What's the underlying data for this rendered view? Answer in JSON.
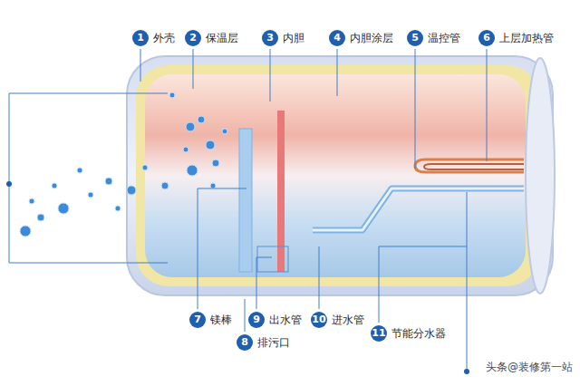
{
  "diagram": {
    "nodes": [
      {
        "text": [
          "1",
          "外壳"
        ]
      },
      {
        "text": [
          "2",
          "保温层"
        ]
      },
      {
        "text": [
          "3",
          "内胆"
        ]
      },
      {
        "text": [
          "4",
          "内胆涂层"
        ]
      },
      {
        "text": [
          "5",
          "温控管"
        ]
      },
      {
        "text": [
          "6",
          "上层加热管"
        ]
      },
      {
        "text": [
          "7",
          "镁棒"
        ]
      },
      {
        "text": [
          "8",
          "排污口"
        ]
      },
      {
        "text": [
          "9",
          "出水管"
        ]
      },
      {
        "text": [
          "10",
          "进水管"
        ]
      },
      {
        "text": [
          "11",
          "节能分水器"
        ]
      }
    ],
    "labels": [
      "头条@装修第一站"
    ]
  }
}
